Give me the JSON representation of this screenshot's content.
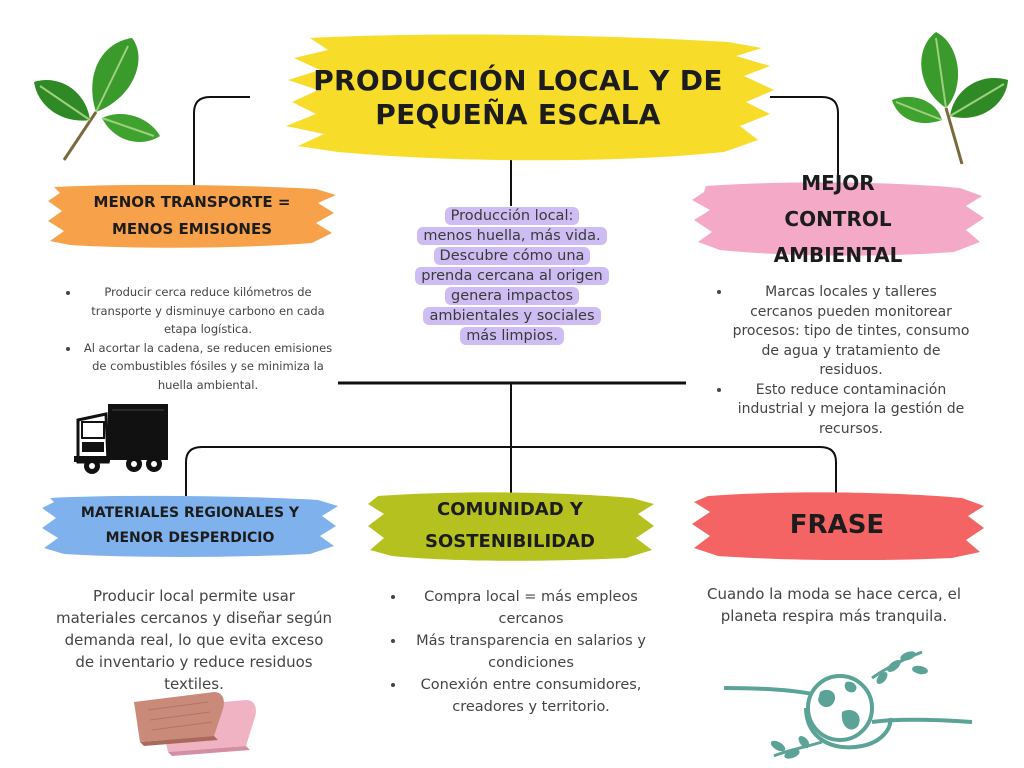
{
  "title": "PRODUCCIÓN LOCAL Y DE PEQUEÑA ESCALA",
  "center": {
    "line1": "Producción local:",
    "line2": "menos huella, más vida.",
    "body": "Descubre cómo una prenda cercana al origen genera impactos ambientales y sociales más limpios."
  },
  "branches": {
    "transport": {
      "heading": "MENOR TRANSPORTE = MENOS EMISIONES",
      "bullets": [
        "Producir cerca reduce kilómetros de transporte y disminuye carbono en cada etapa logística.",
        "Al acortar la cadena, se reducen emisiones de combustibles fósiles y se minimiza la huella ambiental."
      ]
    },
    "environment": {
      "heading": "MEJOR CONTROL AMBIENTAL",
      "bullets": [
        "Marcas locales y talleres cercanos pueden monitorear procesos: tipo de tintes, consumo de agua y tratamiento de residuos.",
        "Esto reduce contaminación industrial y mejora la gestión de recursos."
      ]
    },
    "materials": {
      "heading": "MATERIALES REGIONALES Y MENOR DESPERDICIO",
      "text": "Producir local permite usar materiales cercanos y diseñar según demanda real, lo que evita exceso de inventario y reduce residuos textiles."
    },
    "community": {
      "heading": "COMUNIDAD Y SOSTENIBILIDAD",
      "bullets": [
        "Compra local = más empleos cercanos",
        "Más transparencia en salarios y condiciones",
        "Conexión entre consumidores, creadores y territorio."
      ]
    },
    "quote": {
      "heading": "FRASE",
      "text": "Cuando la moda se hace cerca, el planeta respira más tranquila."
    }
  },
  "colors": {
    "title_brush": "#f7dc2a",
    "transport_brush": "#f7a24a",
    "environment_brush": "#f4a9c6",
    "materials_brush": "#7fb2ec",
    "community_brush": "#b5c11f",
    "quote_brush": "#f46464",
    "center_highlight": "#cdbdf2",
    "lines": "#111111",
    "leaf": "#3f9a2e",
    "globe": "#5aa396"
  },
  "icons": [
    "leaf-icon",
    "truck-icon",
    "folded-fabric-icon",
    "globe-leaves-icon"
  ]
}
